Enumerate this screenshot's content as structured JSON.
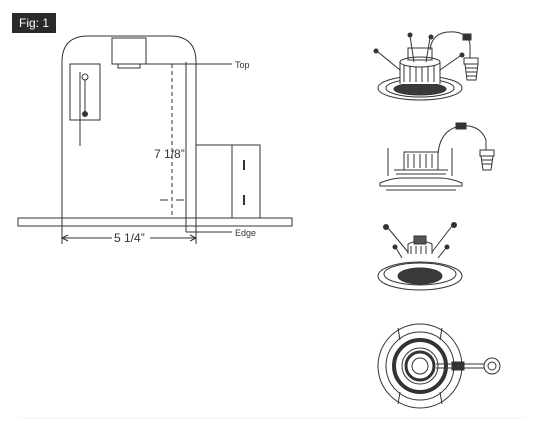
{
  "figure_label": "Fig: 1",
  "housing": {
    "top_label": "Top",
    "edge_label": "Edge",
    "height_dimension": "7 1/8”",
    "width_dimension": "5 1/4”"
  },
  "colors": {
    "line": "#333333",
    "badge_bg": "#2a2a2a",
    "badge_text": "#ffffff",
    "fill_dark": "#3a3a3a"
  }
}
